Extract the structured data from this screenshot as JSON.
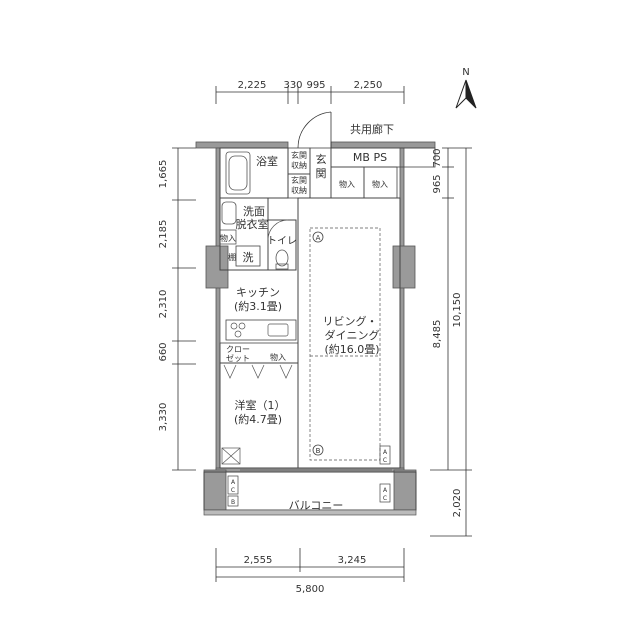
{
  "dimensions": {
    "top": [
      "2,225",
      "330",
      "995",
      "2,250"
    ],
    "bottom": [
      "2,555",
      "3,245"
    ],
    "bottom_total": "5,800",
    "left": [
      "1,665",
      "2,185",
      "2,310",
      "660",
      "3,330"
    ],
    "right_inner": [
      "700",
      "965",
      "8,485"
    ],
    "right_total": "10,150",
    "balcony": "2,020"
  },
  "compass": {
    "label": "N"
  },
  "rooms": {
    "corridor": "共用廊下",
    "mbps": "MB PS",
    "bath": "浴室",
    "genkan_storage_1": "玄関\n収納",
    "genkan_storage_2": "玄関\n収納",
    "genkan": "玄\n関",
    "storage_a": "物入",
    "storage_b": "物入",
    "washroom": "洗面\n脱衣室",
    "wash_storage": "物入",
    "toilet": "トイレ",
    "washer": "洗",
    "shoe": "棚",
    "kitchen": "キッチン",
    "kitchen_size": "(約3.1畳)",
    "living": "リビング・",
    "living2": "ダイニング",
    "living_size": "(約16.0畳)",
    "closet": "クロー\nゼット",
    "closet_storage": "物入",
    "bedroom": "洋室（1）",
    "bedroom_size": "(約4.7畳)",
    "balcony": "バルコニー",
    "mark_a": "A",
    "mark_b": "B",
    "ac": "A\nC",
    "ac_balcony": "A\nC",
    "ac_bedroom": "A\nC",
    "ac_living": "A\nC",
    "b_box": "B"
  }
}
